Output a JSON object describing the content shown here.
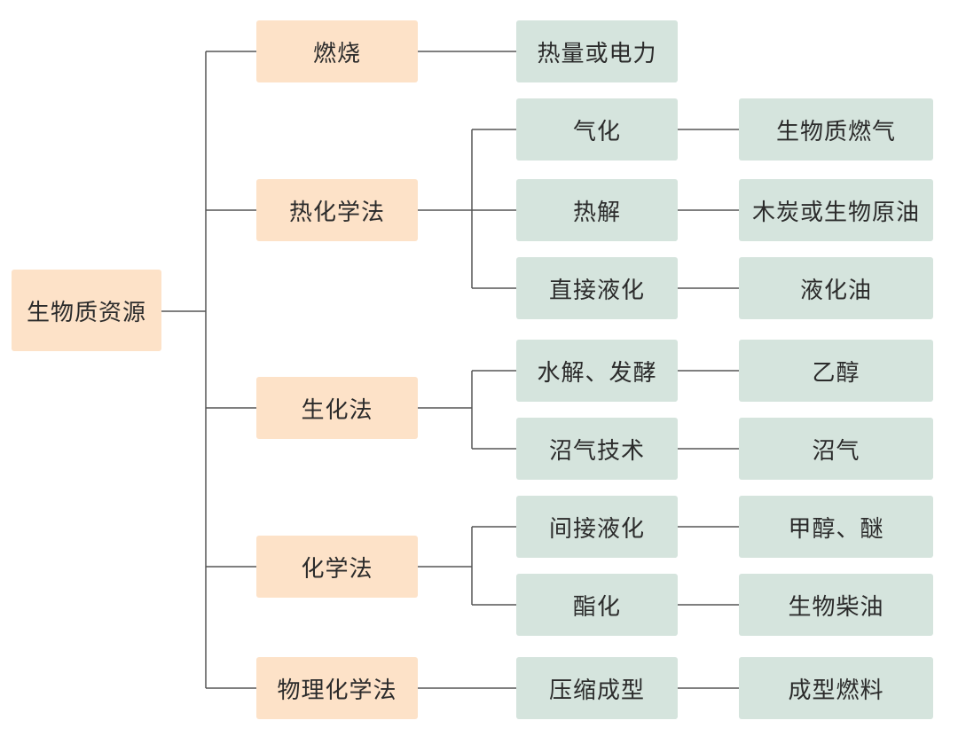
{
  "root": {
    "label": "生物质资源"
  },
  "methods": [
    {
      "label": "燃烧"
    },
    {
      "label": "热化学法"
    },
    {
      "label": "生化法"
    },
    {
      "label": "化学法"
    },
    {
      "label": "物理化学法"
    }
  ],
  "processes": [
    {
      "label": "热量或电力"
    },
    {
      "label": "气化"
    },
    {
      "label": "热解"
    },
    {
      "label": "直接液化"
    },
    {
      "label": "水解、发酵"
    },
    {
      "label": "沼气技术"
    },
    {
      "label": "间接液化"
    },
    {
      "label": "酯化"
    },
    {
      "label": "压缩成型"
    }
  ],
  "products": [
    {
      "label": "生物质燃气"
    },
    {
      "label": "木炭或生物原油"
    },
    {
      "label": "液化油"
    },
    {
      "label": "乙醇"
    },
    {
      "label": "沼气"
    },
    {
      "label": "甲醇、醚"
    },
    {
      "label": "生物柴油"
    },
    {
      "label": "成型燃料"
    }
  ],
  "colors": {
    "level1": "#fde2c8",
    "level2": "#d5e4dd",
    "connector": "#555555",
    "text": "#2b2b2b"
  }
}
